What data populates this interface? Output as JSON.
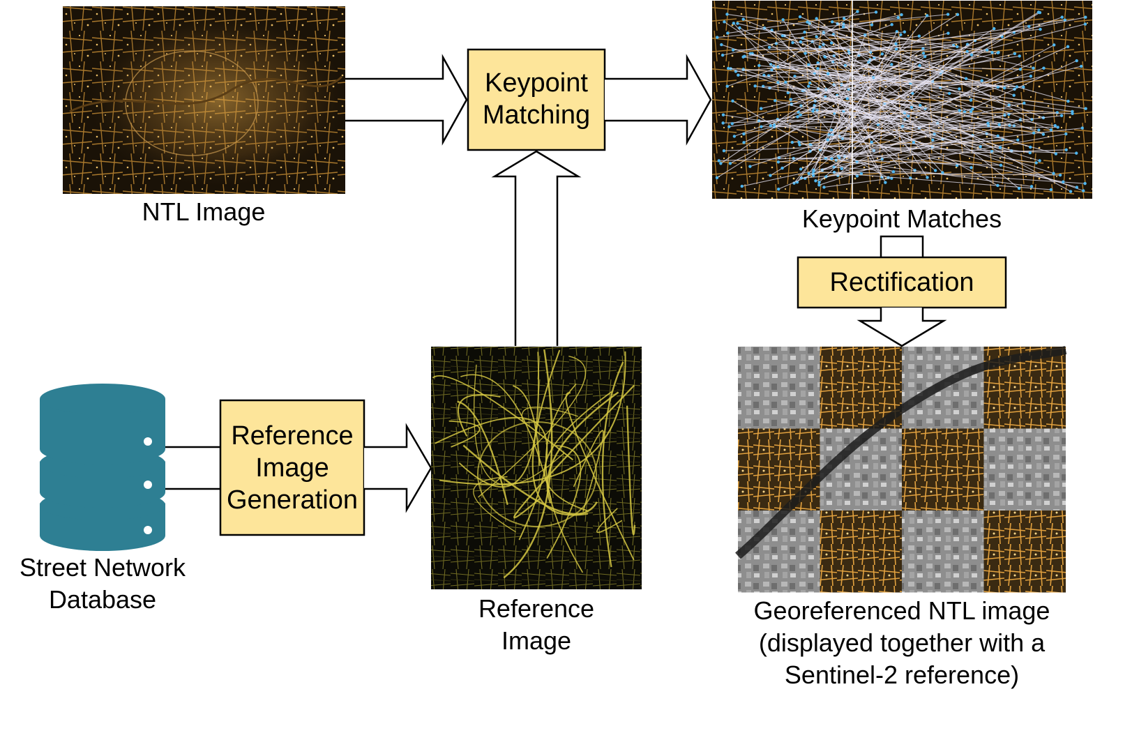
{
  "nodes": {
    "ntl_image": {
      "caption": "NTL Image"
    },
    "keypoint_matching": {
      "label_lines": [
        "Keypoint",
        "Matching"
      ]
    },
    "keypoint_matches": {
      "caption": "Keypoint Matches"
    },
    "rectification": {
      "label": "Rectification"
    },
    "georeferenced": {
      "caption_lines": [
        "Georeferenced NTL image",
        "(displayed together with a",
        "Sentinel-2 reference)"
      ]
    },
    "database": {
      "caption_lines": [
        "Street Network",
        "Database"
      ],
      "icon": "database-icon"
    },
    "reference_generation": {
      "label_lines": [
        "Reference",
        "Image",
        "Generation"
      ]
    },
    "reference_image": {
      "caption_lines": [
        "Reference",
        "Image"
      ]
    }
  },
  "colors": {
    "process_box": "#fde59a",
    "database": "#2e7f93",
    "night_bg": "#1a1207",
    "night_light": "#e0a84a",
    "road_yellow": "#d6c843",
    "match_line": "#e6e4f4",
    "keypoint_blue": "#4fb5ee"
  }
}
